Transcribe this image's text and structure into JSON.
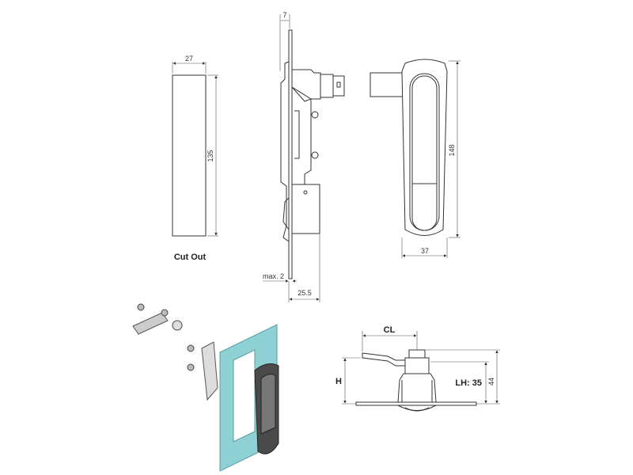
{
  "cutout": {
    "label": "Cut Out",
    "width": "27",
    "height": "135"
  },
  "side_view": {
    "depth_top": "7",
    "panel_thickness": "max. 2",
    "depth": "25.5"
  },
  "front_view": {
    "height": "148",
    "width": "37"
  },
  "section_view": {
    "cl_label": "CL",
    "h_label": "H",
    "lh_label": "LH: 35",
    "total_height": "44"
  },
  "colors": {
    "panel": "#8fd0d4",
    "handle": "#4a4a4a",
    "line": "#333333"
  }
}
